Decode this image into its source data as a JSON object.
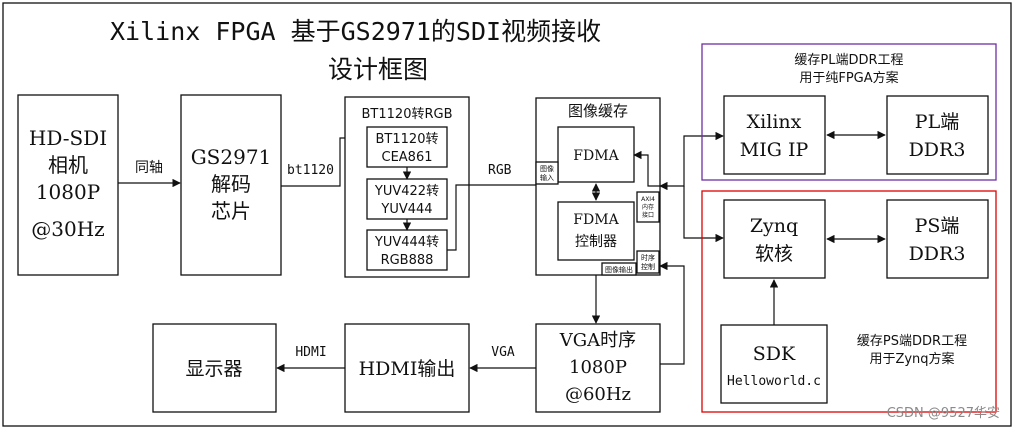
{
  "title": {
    "line1": "Xilinx FPGA 基于GS2971的SDI视频接收",
    "line2": "设计框图"
  },
  "source": {
    "name_line1": "HD-SDI",
    "name_line2": "相机",
    "name_line3": "1080P",
    "name_line4": "@30Hz",
    "link_label": "同轴"
  },
  "decoder": {
    "line1": "GS2971",
    "line2": "解码",
    "line3": "芯片",
    "out_label": "bt1120"
  },
  "converter": {
    "title": "BT1120转RGB",
    "step1_line1": "BT1120转",
    "step1_line2": "CEA861",
    "step2_line1": "YUV422转",
    "step2_line2": "YUV444",
    "step3_line1": "YUV444转",
    "step3_line2": "RGB888",
    "out_label": "RGB"
  },
  "buffer": {
    "title": "图像缓存",
    "fdma": "FDMA",
    "ctrl_line1": "FDMA",
    "ctrl_line2": "控制器",
    "tag_in_line1": "图像",
    "tag_in_line2": "输入",
    "tag_axi_line1": "AXI4",
    "tag_axi_line2": "内存",
    "tag_axi_line3": "接口",
    "tag_timing_line1": "时序",
    "tag_timing_line2": "控制",
    "tag_out": "图像输出"
  },
  "pl_scheme": {
    "label_line1": "缓存PL端DDR工程",
    "label_line2": "用于纯FPGA方案",
    "mig_line1": "Xilinx",
    "mig_line2": "MIG IP",
    "ddr_line1": "PL端",
    "ddr_line2": "DDR3",
    "color": "#7030a0"
  },
  "ps_scheme": {
    "label_line1": "缓存PS端DDR工程",
    "label_line2": "用于Zynq方案",
    "core_line1": "Zynq",
    "core_line2": "软核",
    "ddr_line1": "PS端",
    "ddr_line2": "DDR3",
    "sdk_line1": "SDK",
    "sdk_line2": "Helloworld.c",
    "color": "#e00000"
  },
  "output": {
    "vga_line1": "VGA时序",
    "vga_line2": "1080P",
    "vga_line3": "@60Hz",
    "vga_label": "VGA",
    "hdmi_out": "HDMI输出",
    "hdmi_label": "HDMI",
    "display": "显示器"
  },
  "watermark": "CSDN @9527华安"
}
